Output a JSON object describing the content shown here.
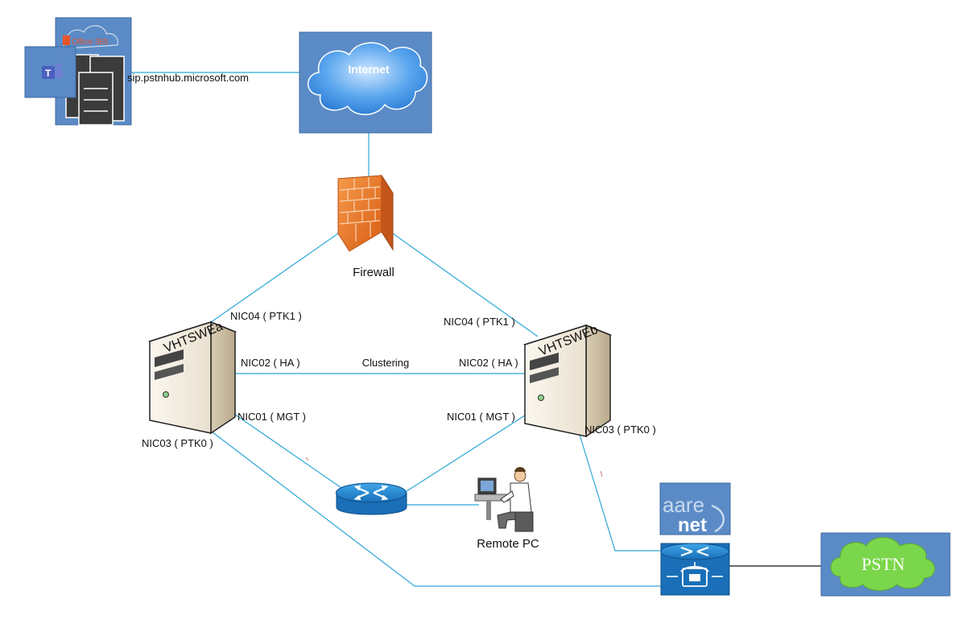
{
  "cloud_service": {
    "office_label": "Office 365",
    "sip_address": "sip.pstnhub.microsoft.com"
  },
  "internet": {
    "label": "Internet"
  },
  "firewall": {
    "label": "Firewall"
  },
  "server_a": {
    "name": "VHTSWEa",
    "nic04": "NIC04 ( PTK1 )",
    "nic02": "NIC02 ( HA )",
    "nic01": "NIC01 ( MGT )",
    "nic03": "NIC03 ( PTK0 )"
  },
  "server_b": {
    "name": "VHTSWEb",
    "nic04": "NIC04 ( PTK1 )",
    "nic02": "NIC02 ( HA )",
    "nic01": "NIC01 ( MGT )",
    "nic03": "NIC03 ( PTK0 )"
  },
  "clustering": {
    "label": "Clustering"
  },
  "remote_pc": {
    "label": "Remote PC"
  },
  "aarenet": {
    "line1": "aare",
    "line2": "net"
  },
  "pstn": {
    "label": "PSTN"
  },
  "colors": {
    "link": "#2ea6d8",
    "tile": "#5b8bc6",
    "pstn_cloud": "#7ad64a",
    "firewall": "#f07a2a"
  },
  "icons": [
    "office365-icon",
    "teams-icon",
    "server-rack-icon",
    "cloud-icon",
    "firewall-icon",
    "server-icon",
    "router-icon",
    "workstation-icon",
    "voice-gateway-icon"
  ]
}
